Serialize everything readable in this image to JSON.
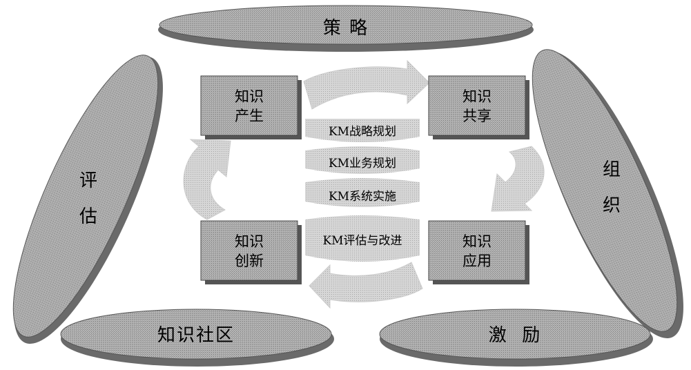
{
  "diagram": {
    "ovals": {
      "top": "策 略",
      "right": [
        "组",
        "织"
      ],
      "left": [
        "评",
        "估"
      ],
      "bottom_left": "知识社区",
      "bottom_right": "激  励"
    },
    "boxes": {
      "top_left": [
        "知识",
        "产生"
      ],
      "top_right": [
        "知识",
        "共享"
      ],
      "bottom_left": [
        "知识",
        "创新"
      ],
      "bottom_right": [
        "知识",
        "应用"
      ]
    },
    "layers": [
      "KM战略规划",
      "KM业务规划",
      "KM系统实施",
      "KM评估与改进"
    ],
    "colors": {
      "oval_fill": "#9a9a9a",
      "oval_shadow": "#6a6a6a",
      "box_fill": "#a8a8a8",
      "arrow_fill": "#c8c8c8",
      "layer_fill": "#c4c4c4"
    }
  }
}
